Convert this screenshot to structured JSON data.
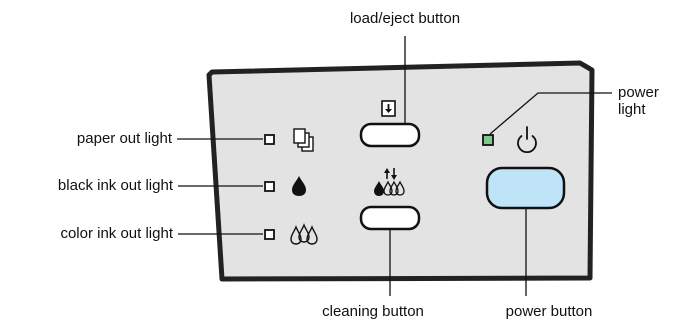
{
  "labels": {
    "load_eject": "load/eject button",
    "paper_out": "paper out light",
    "black_ink_out": "black ink out light",
    "color_ink_out": "color ink out light",
    "power_light_line1": "power",
    "power_light_line2": "light",
    "cleaning": "cleaning button",
    "power_button": "power button"
  },
  "colors": {
    "panel_fill": "#e3e3e3",
    "panel_stroke": "#222222",
    "power_light": "#7fc989",
    "power_button_fill": "#bfe4f7"
  },
  "icons": {
    "paper": "paper-stack-icon",
    "black_ink": "black-ink-drop-icon",
    "color_ink": "color-ink-drops-icon",
    "load_eject": "load-eject-icon",
    "cleaning": "cleaning-icon",
    "power": "power-symbol-icon"
  }
}
